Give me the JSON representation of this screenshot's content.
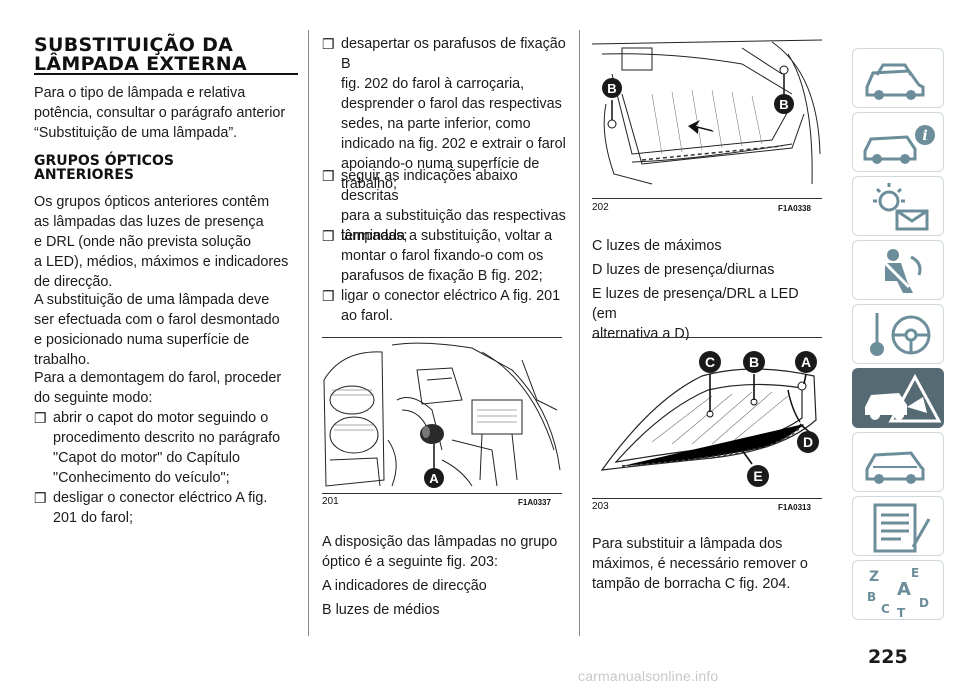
{
  "section": {
    "title_line1": "SUBSTITUIÇÃO DA",
    "title_line2": "LÂMPADA EXTERNA",
    "intro": [
      "Para o tipo de lâmpada e relativa",
      "potência, consultar o parágrafo anterior",
      "“Substituição de uma lâmpada”."
    ]
  },
  "subsection": {
    "title_line1": "GRUPOS ÓPTICOS",
    "title_line2": "ANTERIORES",
    "para1": [
      "Os grupos ópticos anteriores contêm",
      "as lâmpadas das luzes de presença",
      "e DRL (onde não prevista solução",
      "a LED), médios, máximos e indicadores",
      "de direcção."
    ],
    "para2": [
      "A substituição de uma lâmpada deve",
      "ser efectuada com o farol desmontado",
      "e posicionado numa superfície de",
      "trabalho."
    ],
    "para3": [
      "Para a demontagem do farol, proceder",
      "do seguinte modo:"
    ]
  },
  "bullet_glyph": "❒",
  "steps": [
    [
      "abrir o capot do motor seguindo o",
      "procedimento descrito no parágrafo",
      "\"Capot do motor\" do Capítulo",
      "\"Conhecimento do veículo\";"
    ],
    [
      "desligar o conector eléctrico A fig.",
      "201 do farol;"
    ],
    [
      "desapertar os parafusos de fixação B",
      "fig. 202 do farol à carroçaria,",
      "desprender o farol das respectivas",
      "sedes, na parte inferior, como",
      "indicado na fig. 202 e extrair o farol",
      "apoiando-o numa superfície de",
      "trabalho;"
    ],
    [
      "seguir as indicações abaixo descritas",
      "para a substituição das respectivas",
      "lâmpadas;"
    ],
    [
      "terminada a substituição, voltar a",
      "montar o farol fixando-o com os",
      "parafusos de fixação B fig. 202;"
    ],
    [
      "ligar o conector eléctrico A fig. 201",
      "ao farol."
    ]
  ],
  "figures": {
    "f201": {
      "number": "201",
      "code": "F1A0337",
      "callouts": [
        "A"
      ]
    },
    "f202": {
      "number": "202",
      "code": "F1A0338",
      "callouts": [
        "B",
        "B"
      ]
    },
    "f203": {
      "number": "203",
      "code": "F1A0313",
      "callouts": [
        "C",
        "B",
        "A",
        "D",
        "E"
      ]
    }
  },
  "lamp_intro": [
    "A disposição das lâmpadas no grupo",
    "óptico é a seguinte fig. 203:"
  ],
  "lamp_list": [
    [
      "A indicadores de direcção"
    ],
    [
      "B luzes de médios"
    ],
    [
      "C luzes de máximos"
    ],
    [
      "D luzes de presença/diurnas"
    ],
    [
      "E luzes de presença/DRL a LED (em",
      "alternativa a D)"
    ]
  ],
  "final_para": [
    "Para substituir a lâmpada dos",
    "máximos, é necessário remover o",
    "tampão de borracha C fig. 204."
  ],
  "sidebar_icons": [
    "car-info-icon",
    "car-i-icon",
    "warning-lights-icon",
    "seatbelt-airbag-icon",
    "key-steering-wheel-icon",
    "emergency-warning-icon",
    "car-service-icon",
    "specifications-list-icon",
    "alphabetical-index-icon"
  ],
  "active_tab": 5,
  "page_number": "225",
  "watermark": "carmanualsonline.info",
  "colors": {
    "sidebar_active": "#566a74",
    "sidebar_icon": "#6c8e9a",
    "callout_badge": "#1a1a1a"
  }
}
